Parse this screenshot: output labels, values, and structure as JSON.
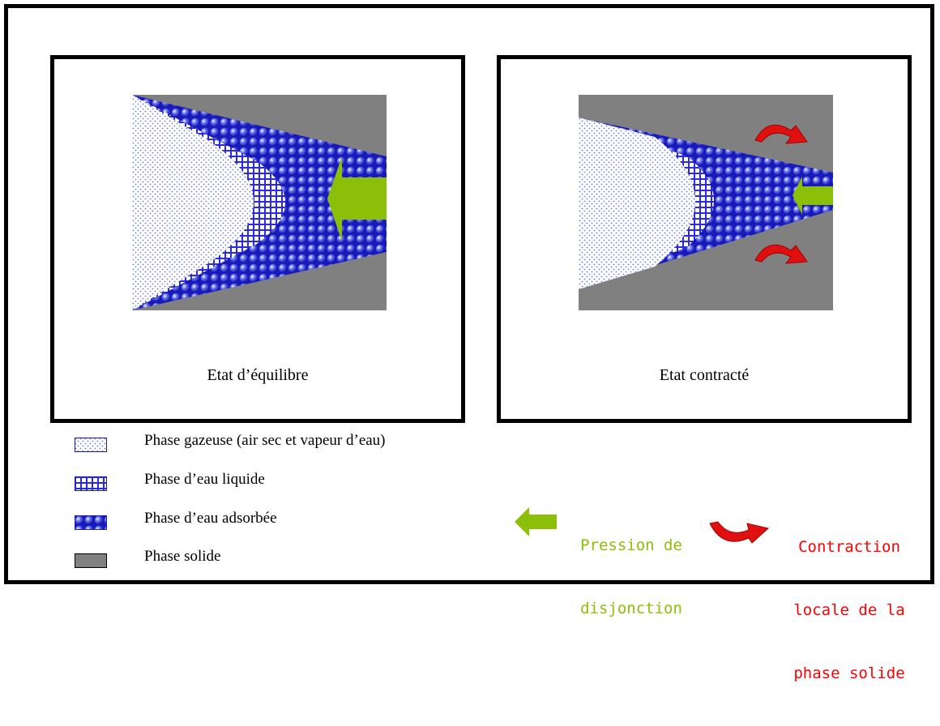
{
  "panels": {
    "left_caption": "Etat d’équilibre",
    "right_caption": "Etat contracté"
  },
  "legend": {
    "gas": "Phase gazeuse (air sec et vapeur d’eau)",
    "liquid": "Phase d’eau liquide",
    "adsorbed": "Phase d’eau adsorbée",
    "solid": "Phase solide"
  },
  "symbols": {
    "disjunction_line1": "Pression de",
    "disjunction_line2": "disjonction",
    "contraction_line1": "Contraction",
    "contraction_line2": "locale de la",
    "contraction_line3": "phase solide"
  },
  "colors": {
    "solid": "#808080",
    "adsorbed": "#1515d8",
    "liquid": "#2a2ae6",
    "gas": "#6a7ae0",
    "disjunction_arrow": "#8bbf08",
    "contraction_arrow": "#e01010",
    "disjunction_text": "#8bbf08",
    "contraction_text": "#ff0000"
  }
}
